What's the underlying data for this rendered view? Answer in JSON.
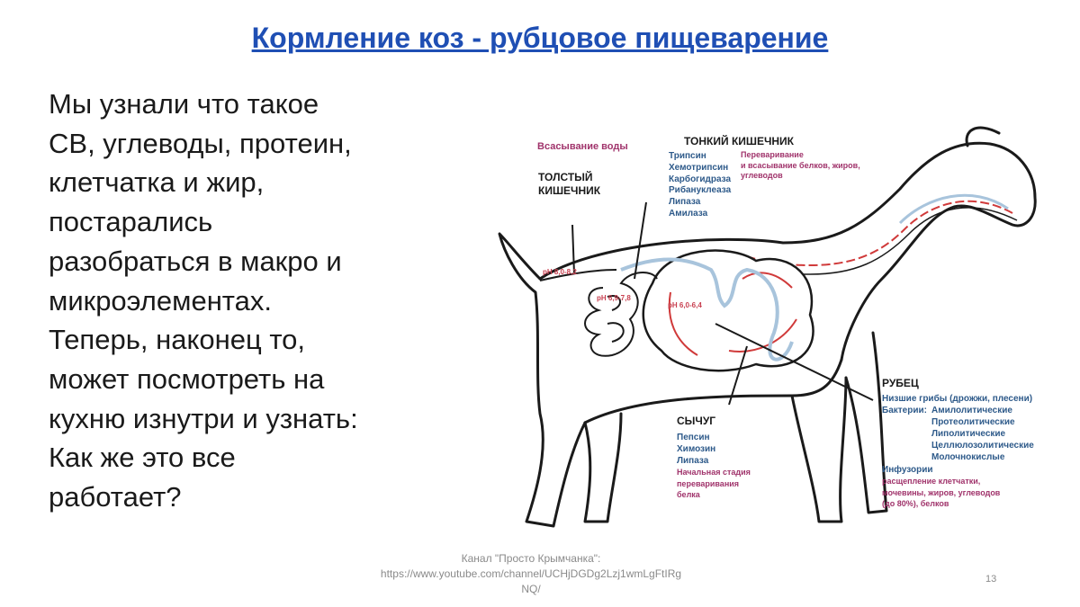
{
  "slide": {
    "title": "Кормление коз - рубцовое пищеварение",
    "body_lines": [
      "Мы узнали что такое",
      "СВ, углеводы, протеин,",
      "клетчатка и жир,",
      "постарались",
      "разобраться в макро и",
      "микроэлементах.",
      "Теперь, наконец то,",
      "может посмотреть на",
      "кухню изнутри и узнать:",
      "Как же это все",
      "работает?"
    ],
    "footer_lines": [
      "Канал \"Просто Крымчанка\":",
      "https://www.youtube.com/channel/UCHjDGDg2Lzj1wmLgFtIRg",
      "NQ/"
    ],
    "page_number": "13"
  },
  "diagram": {
    "water_absorption": "Всасывание воды",
    "large_intestine": {
      "title_lines": [
        "ТОЛСТЫЙ",
        "КИШЕЧНИК"
      ],
      "ph": "pH 8,0-8,2"
    },
    "small_intestine": {
      "title": "ТОНКИЙ КИШЕЧНИК",
      "enzymes": [
        "Трипсин",
        "Хемотрипсин",
        "Карбогидраза",
        "Рибануклеаза",
        "Липаза",
        "Амилаза"
      ],
      "function_lines": [
        "Переваривание",
        "и всасывание белков, жиров,",
        "углеводов"
      ],
      "ph": "pH 6,9-7,8"
    },
    "rumen": {
      "title": "РУБЕЦ",
      "ph": "pH 6,0-6,4",
      "fungi": "Низшие грибы (дрожжи, плесени)",
      "bacteria_label": "Бактерии:",
      "bacteria": [
        "Амилолитические",
        "Протеолитические",
        "Липолитические",
        "Целлюлозолитические",
        "Молочнокислые"
      ],
      "infusoria": "Инфузории",
      "function_lines": [
        "расщепление клетчатки,",
        "мочевины, жиров, углеводов",
        "(до 80%), белков"
      ]
    },
    "abomasum": {
      "title": "СЫЧУГ",
      "enzymes": [
        "Пепсин",
        "Химозин",
        "Липаза"
      ],
      "function_lines": [
        "Начальная стадия",
        "переваривания",
        "белка"
      ]
    },
    "colors": {
      "title": "#1f4fb4",
      "enzyme_text": "#2e5a8a",
      "function_text": "#a0336b",
      "arrow_red": "#d03a3a",
      "arrow_blue": "#a8c4dc"
    }
  }
}
